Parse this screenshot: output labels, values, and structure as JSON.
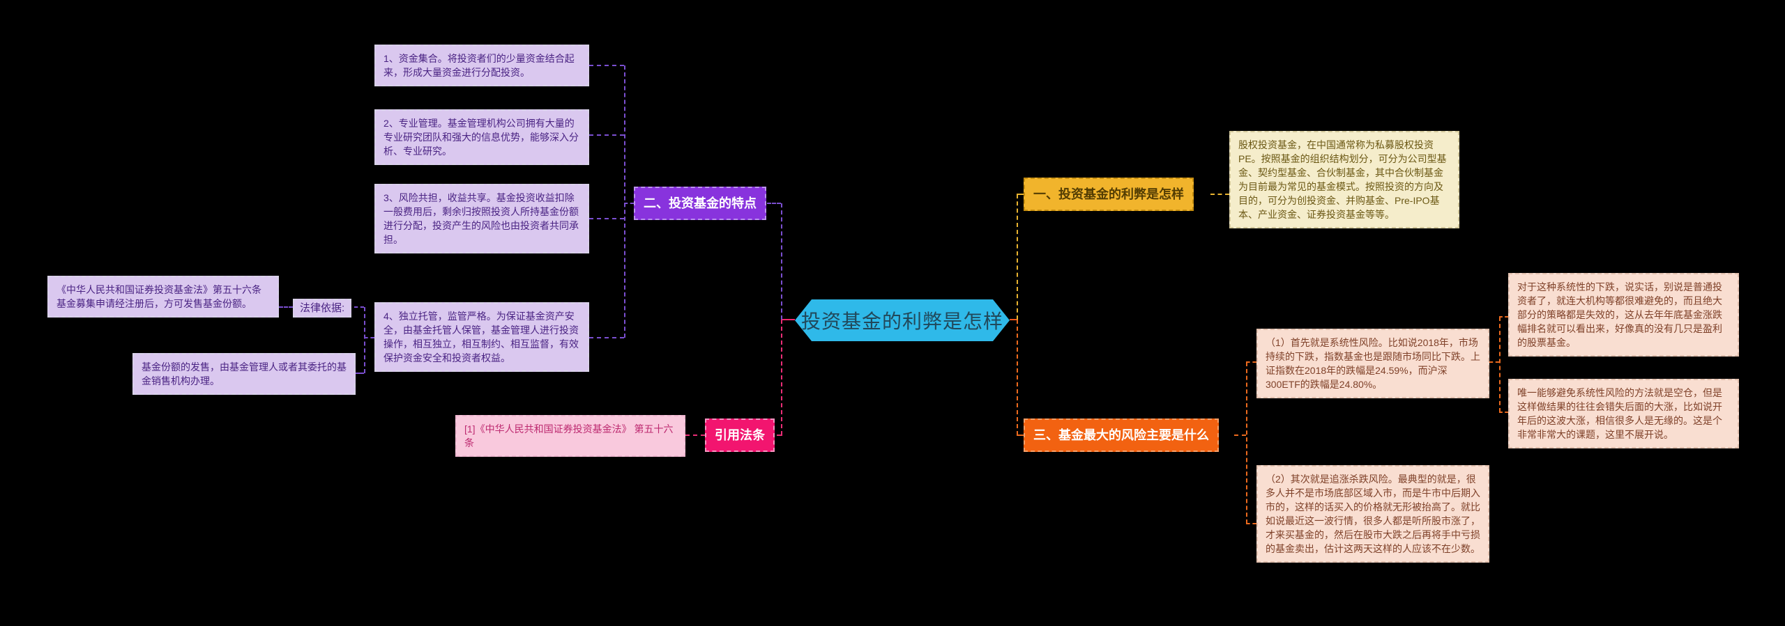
{
  "palette": {
    "background": "#000000",
    "central_fill": "#2fb9e9",
    "features_node_fill": "#8833dd",
    "cited_law_node_fill": "#f2156f",
    "pros_node_fill": "#f1b42c",
    "risks_node_fill": "#f26211",
    "purple_box_fill": "#dac8ef",
    "pink_box_fill": "#f9c9dd",
    "cream_box_fill": "#f5edcb",
    "peach_box_fill": "#f9ded1",
    "purple_line": "#7b4fd1",
    "pink_line": "#ea2d76",
    "yellow_line": "#e9b430",
    "orange_line": "#ec6a1e"
  },
  "central": {
    "label": "投资基金的利弊是怎样"
  },
  "left": {
    "topic": {
      "label": "二、投资基金的特点"
    },
    "features": [
      "1、资金集合。将投资者们的少量资金结合起来，形成大量资金进行分配投资。",
      "2、专业管理。基金管理机构公司拥有大量的专业研究团队和强大的信息优势，能够深入分析、专业研究。",
      "3、风险共担，收益共享。基金投资收益扣除一般费用后，剩余归按照投资人所持基金份额进行分配，投资产生的风险也由投资者共同承担。",
      "4、独立托管，监管严格。为保证基金资产安全，由基金托管人保管，基金管理人进行投资操作，相互独立，相互制约、相互监督，有效保护资金安全和投资者权益。"
    ],
    "legal": {
      "label": "法律依据:",
      "article": "《中华人民共和国证券投资基金法》第五十六条 基金募集申请经注册后，方可发售基金份额。",
      "share_sale": "基金份额的发售，由基金管理人或者其委托的基金销售机构办理。"
    },
    "cited_law": {
      "label": "引用法条",
      "item": "[1]《中华人民共和国证券投资基金法》 第五十六条"
    }
  },
  "right": {
    "pros": {
      "label": "一、投资基金的利弊是怎样",
      "item": "股权投资基金，在中国通常称为私募股权投资PE。按照基金的组织结构划分，可分为公司型基金、契约型基金、合伙制基金，其中合伙制基金为目前最为常见的基金模式。按照投资的方向及目的，可分为创投资金、并购基金、Pre-IPO基本、产业资金、证券投资基金等等。"
    },
    "risks": {
      "label": "三、基金最大的风险主要是什么",
      "item1": "（1）首先就是系统性风险。比如说2018年，市场持续的下跌，指数基金也是跟随市场同比下跌。上证指数在2018年的跌幅是24.59%，而沪深300ETF的跌幅是24.80%。",
      "item2": "（2）其次就是追涨杀跌风险。最典型的就是，很多人并不是市场底部区域入市，而是牛市中后期入市的，这样的话买入的价格就无形被抬高了。就比如说最近这一波行情，很多人都是听所股市涨了，才来买基金的，然后在股市大跌之后再将手中亏损的基金卖出，估计这两天这样的人应该不在少数。",
      "note1": "对于这种系统性的下跌，说实话，别说是普通投资者了，就连大机构等都很难避免的，而且绝大部分的策略都是失效的，这从去年年底基金涨跌幅排名就可以看出来，好像真的没有几只是盈利的股票基金。",
      "note2": "唯一能够避免系统性风险的方法就是空仓，但是这样做结果的往往会错失后面的大涨，比如说开年后的这波大涨，相信很多人是无缘的。这是个非常非常大的课题，这里不展开说。"
    }
  }
}
